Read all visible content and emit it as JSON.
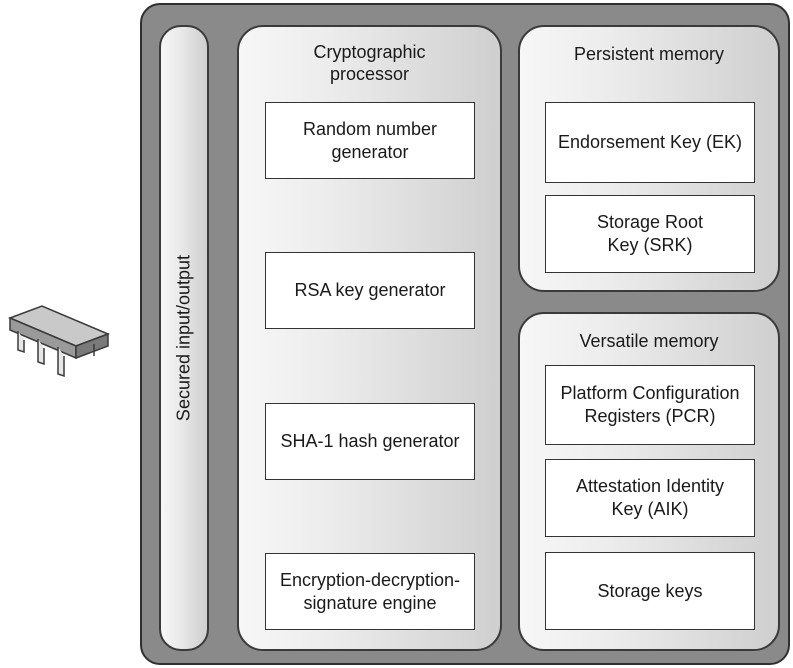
{
  "io": {
    "label": "Secured input/output"
  },
  "crypto": {
    "title": "Cryptographic\nprocessor",
    "items": [
      "Random number\ngenerator",
      "RSA key generator",
      "SHA-1 hash generator",
      "Encryption-decryption-\nsignature engine"
    ]
  },
  "persistent": {
    "title": "Persistent memory",
    "items": [
      "Endorsement Key (EK)",
      "Storage Root\nKey (SRK)"
    ]
  },
  "versatile": {
    "title": "Versatile memory",
    "items": [
      "Platform Configuration\nRegisters (PCR)",
      "Attestation Identity\nKey (AIK)",
      "Storage keys"
    ]
  },
  "icon": "chip-icon"
}
